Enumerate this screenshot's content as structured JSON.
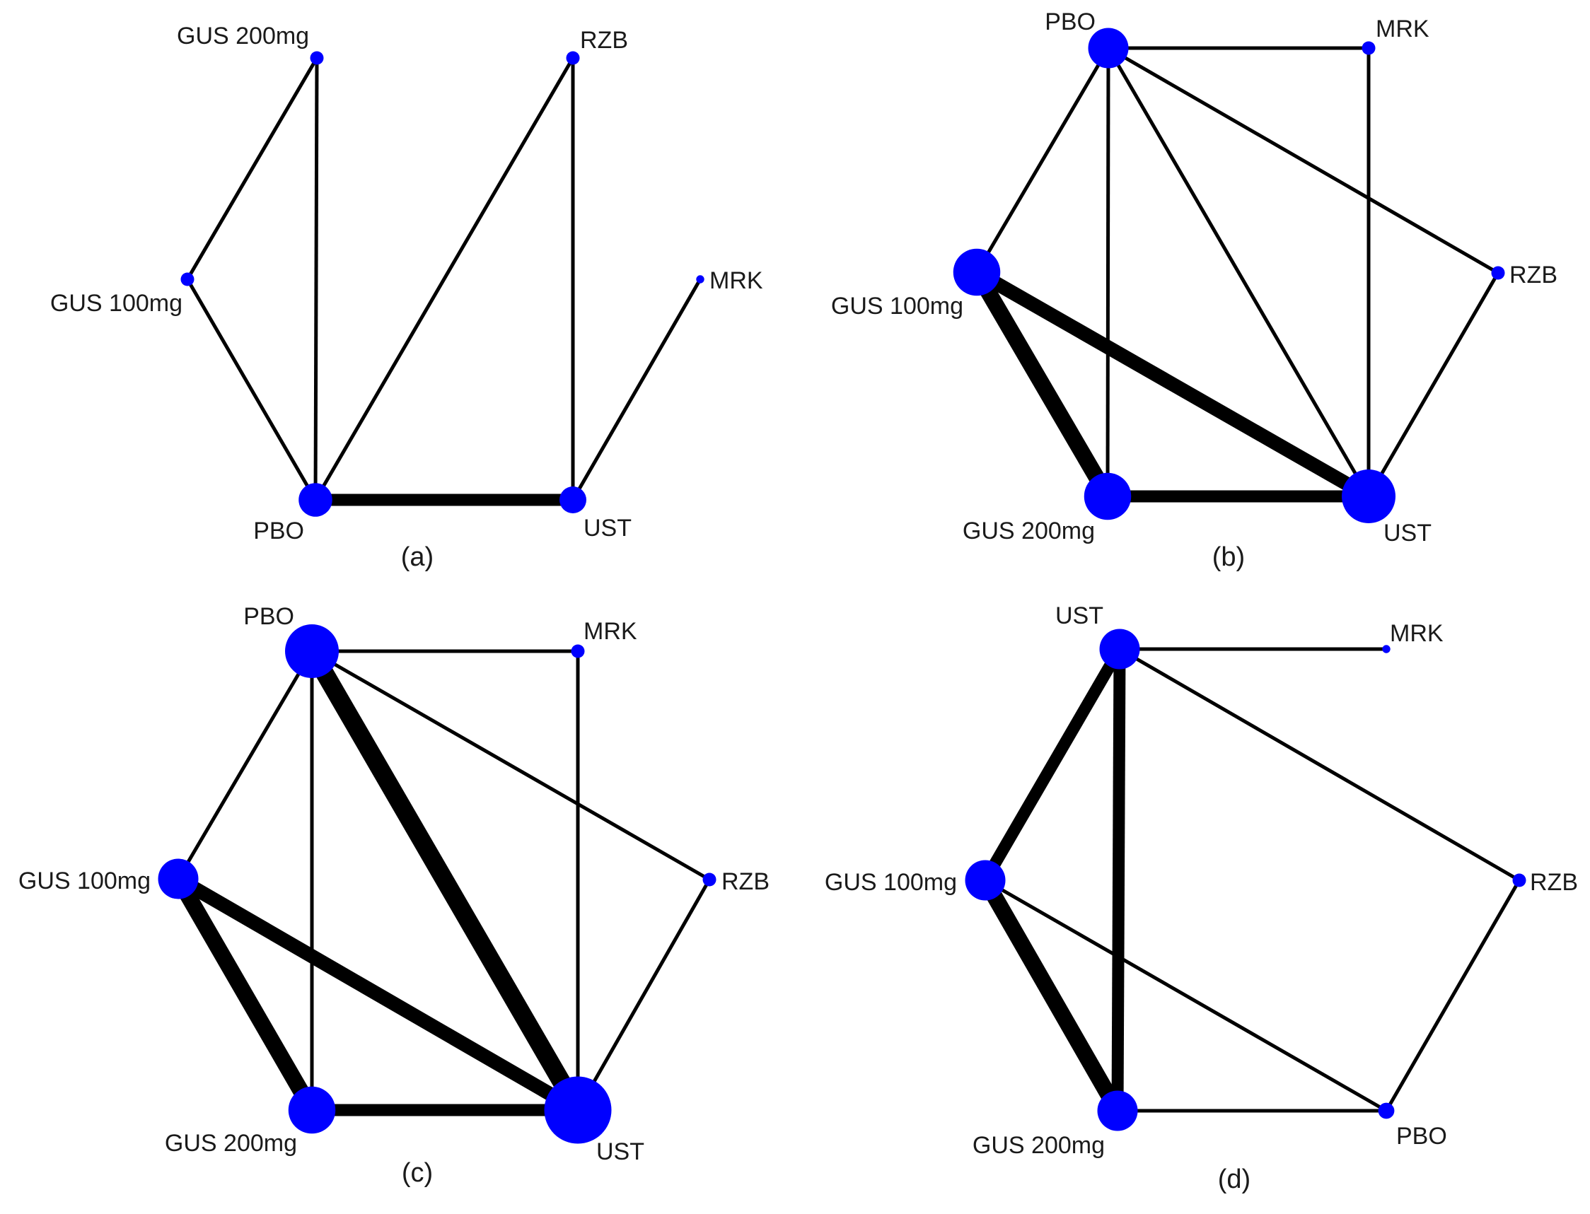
{
  "colors": {
    "node": "#0000ff",
    "edge": "#000000",
    "background": "#ffffff"
  },
  "panels": [
    {
      "id": "a",
      "caption": "(a)",
      "nodes": [
        {
          "id": "GUS200",
          "label": "GUS 200mg",
          "size": 1
        },
        {
          "id": "RZB",
          "label": "RZB",
          "size": 1
        },
        {
          "id": "GUS100",
          "label": "GUS 100mg",
          "size": 1
        },
        {
          "id": "MRK",
          "label": "MRK",
          "size": 0.6
        },
        {
          "id": "PBO",
          "label": "PBO",
          "size": 2.5
        },
        {
          "id": "UST",
          "label": "UST",
          "size": 2
        }
      ],
      "edges": [
        {
          "from": "GUS200",
          "to": "GUS100",
          "weight": 1
        },
        {
          "from": "GUS200",
          "to": "PBO",
          "weight": 1
        },
        {
          "from": "GUS100",
          "to": "PBO",
          "weight": 1
        },
        {
          "from": "RZB",
          "to": "PBO",
          "weight": 1
        },
        {
          "from": "RZB",
          "to": "UST",
          "weight": 1
        },
        {
          "from": "MRK",
          "to": "UST",
          "weight": 1
        },
        {
          "from": "PBO",
          "to": "UST",
          "weight": 3
        }
      ]
    },
    {
      "id": "b",
      "caption": "(b)",
      "nodes": [
        {
          "id": "PBO",
          "label": "PBO",
          "size": 3
        },
        {
          "id": "MRK",
          "label": "MRK",
          "size": 1
        },
        {
          "id": "GUS100",
          "label": "GUS 100mg",
          "size": 3.5
        },
        {
          "id": "RZB",
          "label": "RZB",
          "size": 1
        },
        {
          "id": "GUS200",
          "label": "GUS 200mg",
          "size": 3.5
        },
        {
          "id": "UST",
          "label": "UST",
          "size": 4
        }
      ],
      "edges": [
        {
          "from": "PBO",
          "to": "MRK",
          "weight": 1
        },
        {
          "from": "PBO",
          "to": "GUS100",
          "weight": 1
        },
        {
          "from": "PBO",
          "to": "GUS200",
          "weight": 1
        },
        {
          "from": "PBO",
          "to": "UST",
          "weight": 1
        },
        {
          "from": "PBO",
          "to": "RZB",
          "weight": 1
        },
        {
          "from": "MRK",
          "to": "UST",
          "weight": 1
        },
        {
          "from": "RZB",
          "to": "UST",
          "weight": 1
        },
        {
          "from": "GUS100",
          "to": "GUS200",
          "weight": 4
        },
        {
          "from": "GUS100",
          "to": "UST",
          "weight": 3.5
        },
        {
          "from": "GUS200",
          "to": "UST",
          "weight": 3
        }
      ]
    },
    {
      "id": "c",
      "caption": "(c)",
      "nodes": [
        {
          "id": "PBO",
          "label": "PBO",
          "size": 4
        },
        {
          "id": "MRK",
          "label": "MRK",
          "size": 1
        },
        {
          "id": "GUS100",
          "label": "GUS 100mg",
          "size": 3
        },
        {
          "id": "RZB",
          "label": "RZB",
          "size": 1
        },
        {
          "id": "GUS200",
          "label": "GUS 200mg",
          "size": 3.5
        },
        {
          "id": "UST",
          "label": "UST",
          "size": 5
        }
      ],
      "edges": [
        {
          "from": "PBO",
          "to": "MRK",
          "weight": 1
        },
        {
          "from": "PBO",
          "to": "GUS100",
          "weight": 1
        },
        {
          "from": "PBO",
          "to": "GUS200",
          "weight": 1
        },
        {
          "from": "PBO",
          "to": "UST",
          "weight": 4.5
        },
        {
          "from": "PBO",
          "to": "RZB",
          "weight": 1
        },
        {
          "from": "MRK",
          "to": "UST",
          "weight": 1
        },
        {
          "from": "RZB",
          "to": "UST",
          "weight": 1
        },
        {
          "from": "GUS100",
          "to": "GUS200",
          "weight": 4
        },
        {
          "from": "GUS100",
          "to": "UST",
          "weight": 3.5
        },
        {
          "from": "GUS200",
          "to": "UST",
          "weight": 3
        }
      ]
    },
    {
      "id": "d",
      "caption": "(d)",
      "nodes": [
        {
          "id": "UST",
          "label": "UST",
          "size": 3
        },
        {
          "id": "MRK",
          "label": "MRK",
          "size": 0.6
        },
        {
          "id": "GUS100",
          "label": "GUS 100mg",
          "size": 3
        },
        {
          "id": "RZB",
          "label": "RZB",
          "size": 1
        },
        {
          "id": "GUS200",
          "label": "GUS 200mg",
          "size": 3
        },
        {
          "id": "PBO",
          "label": "PBO",
          "size": 1.2
        }
      ],
      "edges": [
        {
          "from": "UST",
          "to": "MRK",
          "weight": 1
        },
        {
          "from": "UST",
          "to": "RZB",
          "weight": 1
        },
        {
          "from": "UST",
          "to": "GUS100",
          "weight": 3
        },
        {
          "from": "UST",
          "to": "GUS200",
          "weight": 3
        },
        {
          "from": "GUS100",
          "to": "GUS200",
          "weight": 4
        },
        {
          "from": "GUS100",
          "to": "PBO",
          "weight": 1
        },
        {
          "from": "GUS200",
          "to": "PBO",
          "weight": 1
        },
        {
          "from": "RZB",
          "to": "PBO",
          "weight": 1
        }
      ]
    }
  ]
}
